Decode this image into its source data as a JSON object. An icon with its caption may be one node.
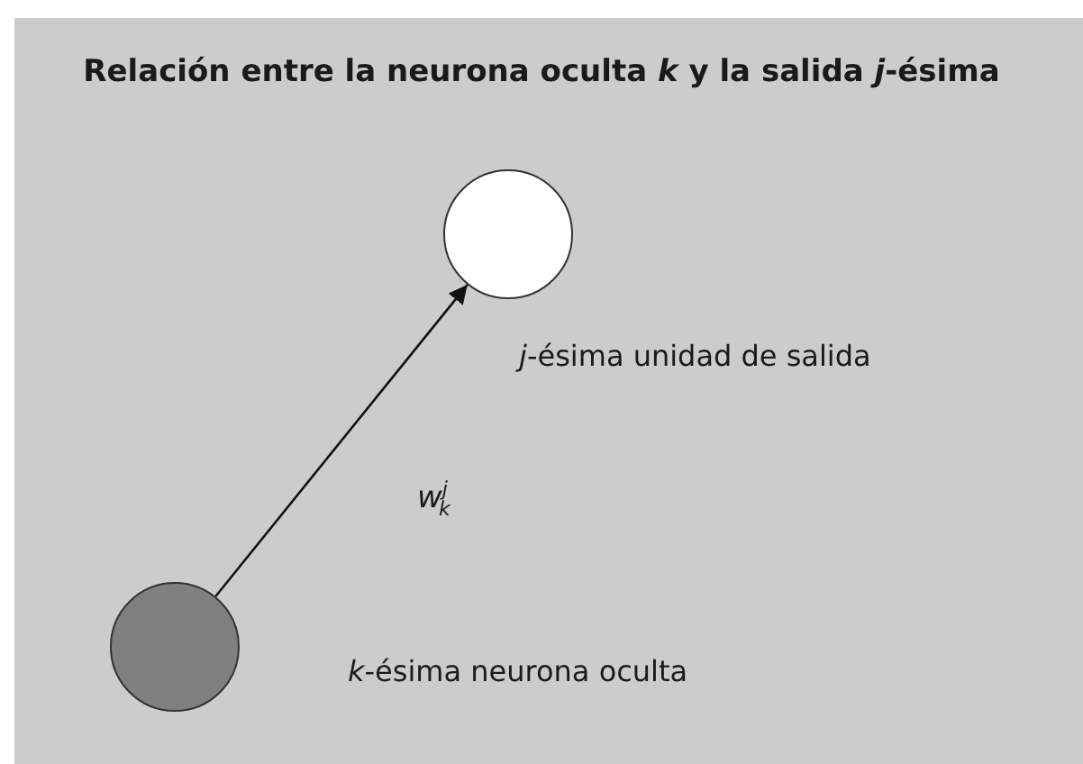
{
  "diagram": {
    "title": "Relación entre la neurona oculta *k* y la salida *j*-ésima",
    "nodes": [
      {
        "text": [],
        "shape": "circle",
        "beside": [
          "*j*-ésima unidad de salida"
        ]
      },
      {
        "text": [],
        "shape": "circle",
        "beside": [
          "*k*-ésima neurona oculta"
        ]
      }
    ],
    "edges": [
      {
        "from": 1,
        "to": 0,
        "arrow": "to",
        "label": "w$^{j}$$_{k}$"
      }
    ]
  }
}
